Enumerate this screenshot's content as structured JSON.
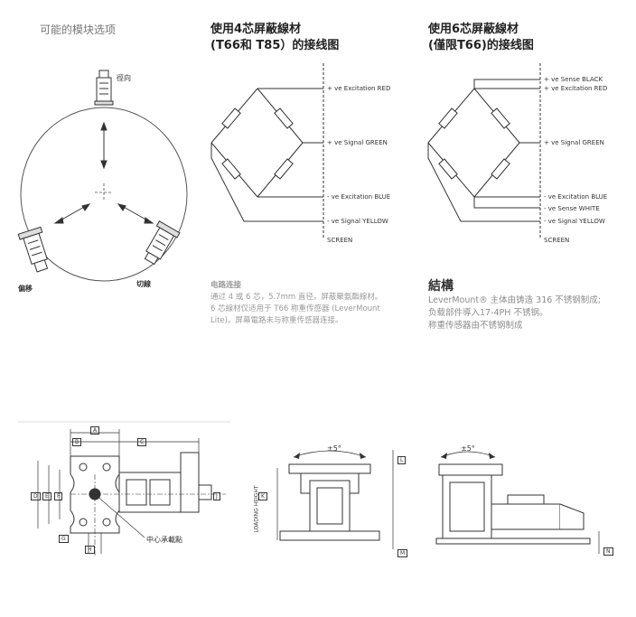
{
  "modules": {
    "title": "可能的模块选项",
    "radial": "徑向",
    "offset": "偏移",
    "tangential": "切線"
  },
  "wiring4": {
    "title_line1": "使用4芯屏蔽線材",
    "title_line2": "(T66和 T85）的接线图",
    "labels": [
      "+ ve Excitation RED",
      "+ ve Signal GREEN",
      "- ve Excitation BLUE",
      "- ve Signal YELLOW",
      "SCREEN"
    ]
  },
  "wiring6": {
    "title_line1": "使用6芯屏蔽線材",
    "title_line2": "(僅限T66)的接线图",
    "labels": [
      "+ ve Sense BLACK",
      "+ ve Excitation RED",
      "+ ve Signal GREEN",
      "- ve Excitation BLUE",
      "- ve Sense WHITE",
      "- ve Signal YELLOW",
      "SCREEN"
    ]
  },
  "circuit": {
    "title": "电路连接",
    "lines": [
      "通过 4 或 6 芯，5.7mm 直径，屏蔽聚氨酯線材。",
      "6 芯線材仅适用于 T66 称重传感器 (LeverMount",
      "Lite)。屏幕電路未与称重传感器连接。"
    ]
  },
  "structure": {
    "title": "結構",
    "lines": [
      "LeverMount® 主体由铸造 316 不锈钢制成;",
      "负载部件導入17-4PH 不锈钢。",
      "称重传感器由不锈钢制成"
    ]
  },
  "drawings": {
    "center_point": "中心承載點",
    "loading_height": "LOADING HEIGHT",
    "angle": "±5°",
    "dims": [
      "A",
      "B",
      "C",
      "D",
      "E",
      "F",
      "G",
      "H",
      "J",
      "K",
      "L",
      "M",
      "N"
    ]
  },
  "colors": {
    "line": "#333333",
    "text_grey": "#8c8c8c",
    "background": "#ffffff"
  }
}
